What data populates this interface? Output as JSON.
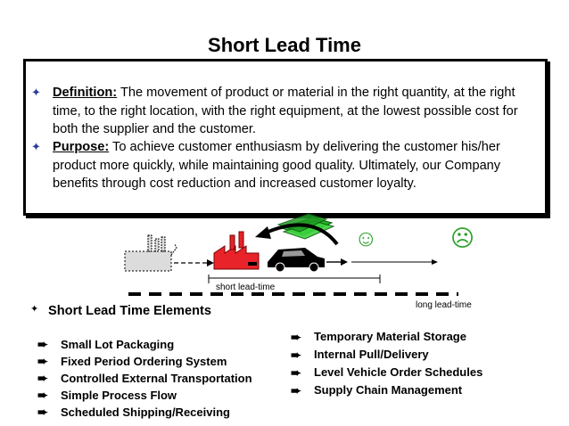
{
  "title": "Short Lead Time",
  "definition": {
    "label": "Definition:",
    "text": "The movement of product or material in the right quantity, at the right time, to the right location, with the right equipment, at the lowest possible cost for both the supplier and the customer."
  },
  "purpose": {
    "label": "Purpose:",
    "text": "To achieve customer enthusiasm by delivering the customer his/her product more quickly, while maintaining good quality.  Ultimately, our Company benefits through cost reduction and increased customer loyalty."
  },
  "diagram": {
    "short_label": "short lead-time",
    "long_label": "long lead-time",
    "happy_icon": "happy-face-icon",
    "sad_icon": "sad-face-icon",
    "accent_red": "#e8232a",
    "face_green": "#2ea32e"
  },
  "elements": {
    "title": "Short Lead Time Elements",
    "left": [
      "Small Lot Packaging",
      "Fixed Period Ordering System",
      "Controlled External Transportation",
      "Simple Process Flow",
      "Scheduled Shipping/Receiving"
    ],
    "right": [
      "Temporary Material Storage",
      "Internal Pull/Delivery",
      "Level Vehicle Order Schedules",
      "Supply Chain Management"
    ]
  }
}
